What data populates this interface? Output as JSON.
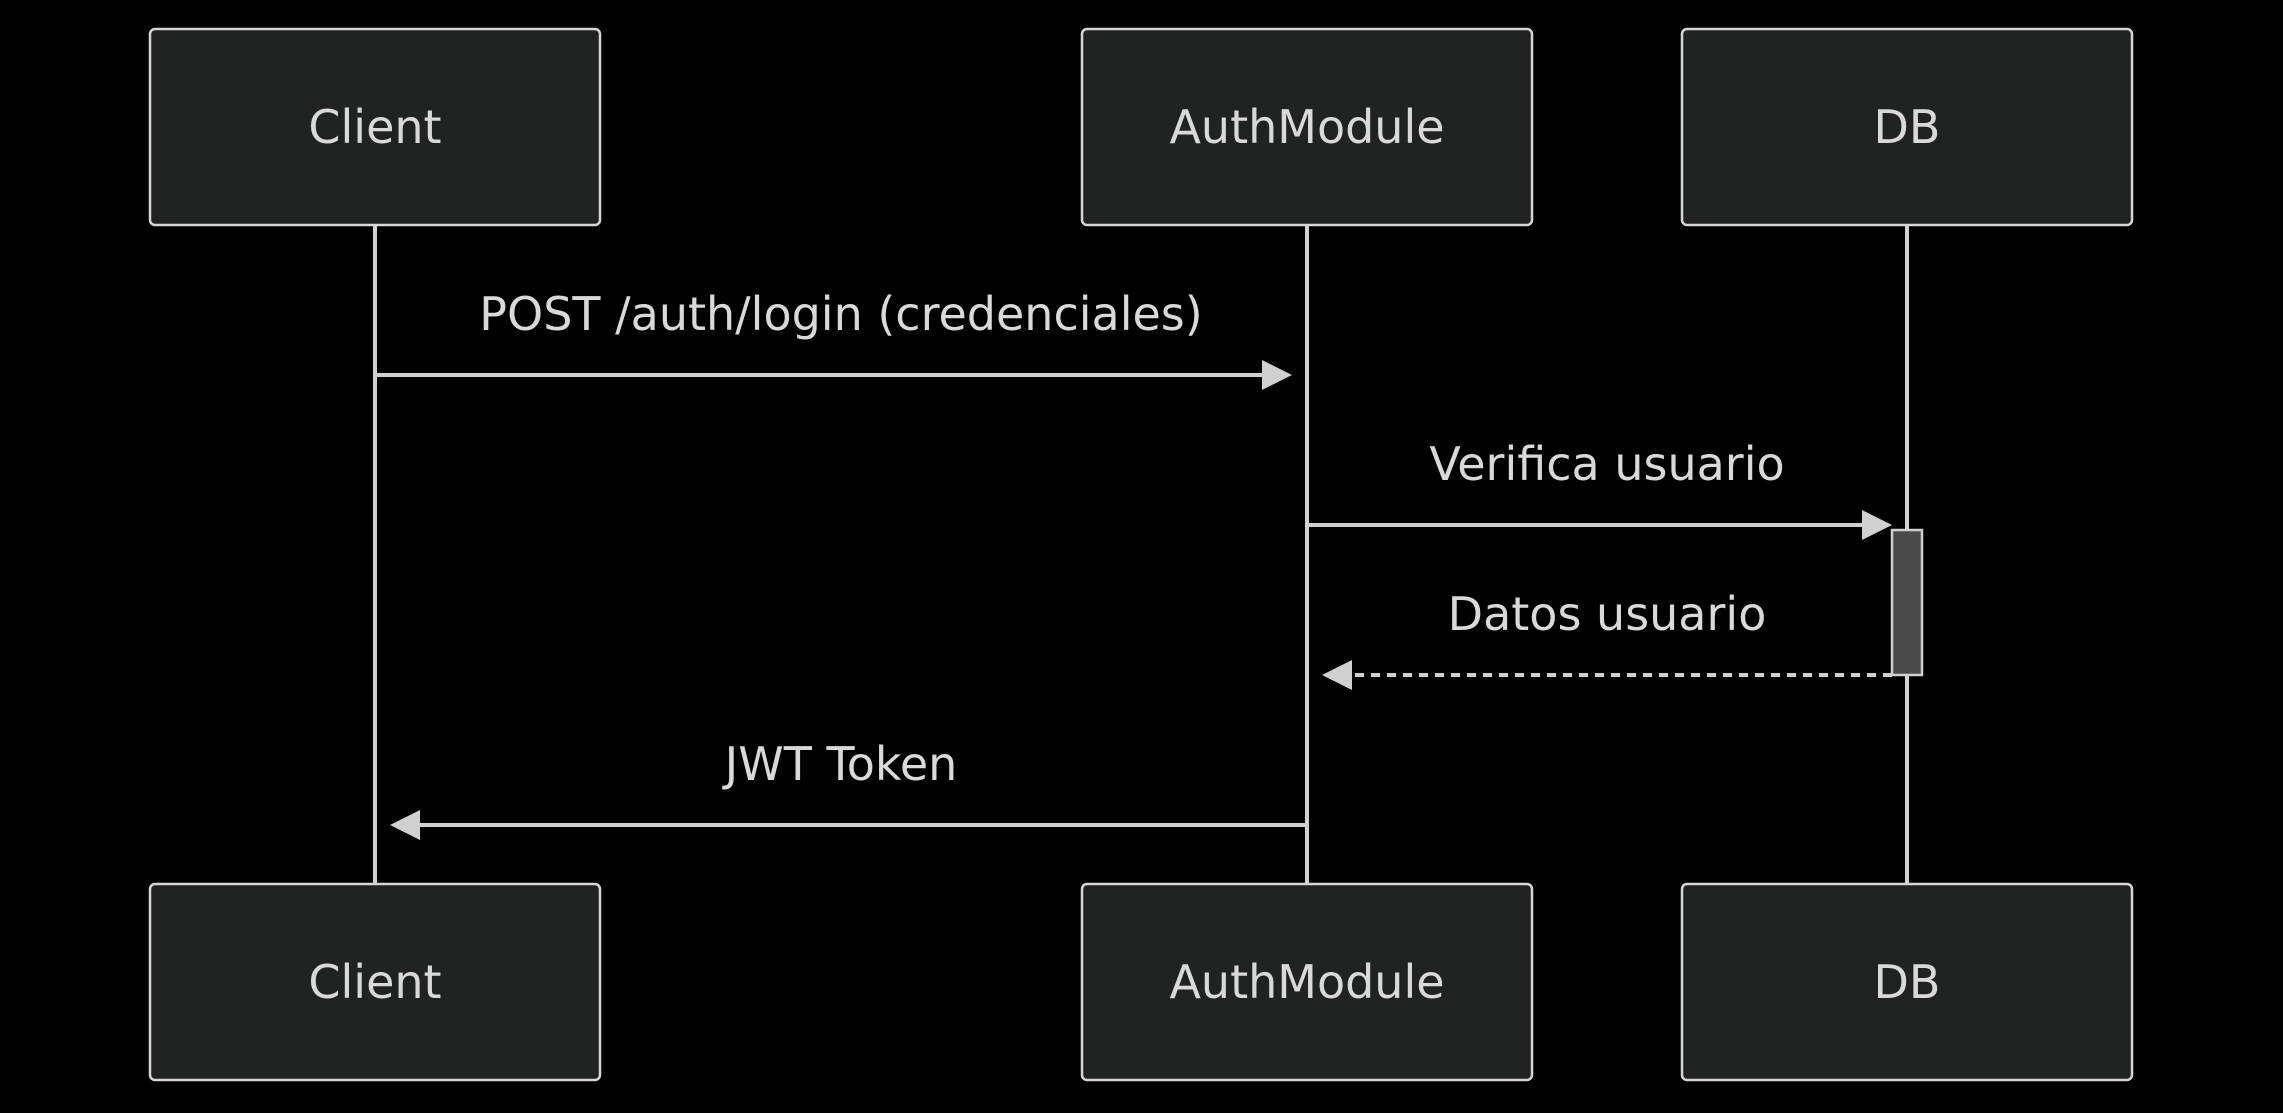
{
  "participants": [
    {
      "id": "client",
      "label": "Client"
    },
    {
      "id": "auth",
      "label": "AuthModule"
    },
    {
      "id": "db",
      "label": "DB"
    }
  ],
  "messages": [
    {
      "from": "client",
      "to": "auth",
      "label": "POST /auth/login (credenciales)",
      "style": "solid"
    },
    {
      "from": "auth",
      "to": "db",
      "label": "Verifica usuario",
      "style": "solid"
    },
    {
      "from": "db",
      "to": "auth",
      "label": "Datos usuario",
      "style": "dashed"
    },
    {
      "from": "auth",
      "to": "client",
      "label": "JWT Token",
      "style": "solid"
    }
  ],
  "activations": [
    {
      "participant": "db",
      "from_message": 1,
      "to_message": 2
    }
  ],
  "colors": {
    "background": "#000000",
    "box_fill": "#212323",
    "box_stroke": "#d6d6d6",
    "line": "#d0d0d0",
    "text": "#d9d9d9",
    "activation_fill": "#4a4a4a"
  }
}
